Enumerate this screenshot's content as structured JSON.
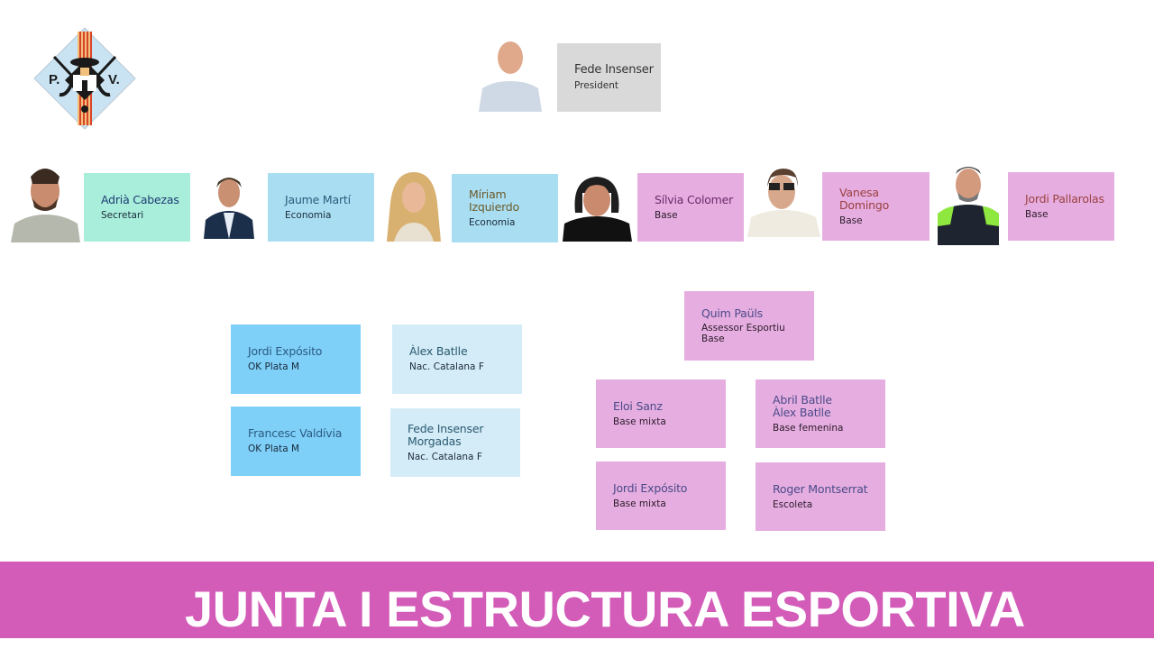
{
  "logo": {
    "letters_left": "P.",
    "letters_right": "V."
  },
  "president": {
    "name": "Fede Insenser",
    "role": "President",
    "bg": "#d9d9d9"
  },
  "board": [
    {
      "name": "Adrià Cabezas",
      "role": "Secretari",
      "bg": "#a8eedb",
      "name_color": "#1f3b73"
    },
    {
      "name": "Jaume Martí",
      "role": "Economia",
      "bg": "#a9def2",
      "name_color": "#2b5a7a"
    },
    {
      "name": "Míriam\nIzquierdo",
      "role": "Economia",
      "bg": "#a9def2",
      "name_color": "#6b5a2a"
    },
    {
      "name": "Sílvia Colomer",
      "role": "Base",
      "bg": "#e6aee0",
      "name_color": "#6a2a6a"
    },
    {
      "name": "Vanesa\nDomingo",
      "role": "Base",
      "bg": "#e6aee0",
      "name_color": "#9a4040"
    },
    {
      "name": "Jordi Pallarolas",
      "role": "Base",
      "bg": "#e6aee0",
      "name_color": "#9a4040"
    }
  ],
  "senior_teams": [
    {
      "name": "Jordi Expósito",
      "role": "OK Plata M",
      "bg": "#7fd0f9"
    },
    {
      "name": "Àlex Batlle",
      "role": "Nac. Catalana F",
      "bg": "#d4ecf7"
    },
    {
      "name": "Francesc Valdívia",
      "role": "OK Plata M",
      "bg": "#7fd0f9"
    },
    {
      "name": "Fede Insenser\nMorgadas",
      "role": "Nac. Catalana F",
      "bg": "#d4ecf7"
    }
  ],
  "base_structure": {
    "advisor": {
      "name": "Quim Paüls",
      "role": "Assessor Esportiu\nBase",
      "bg": "#e6aee0"
    },
    "coaches": [
      {
        "name": "Eloi Sanz",
        "role": "Base mixta",
        "bg": "#e6aee0"
      },
      {
        "name": "Abril Batlle\nÀlex Batlle",
        "role": "Base femenina",
        "bg": "#e6aee0"
      },
      {
        "name": "Jordi Expósito",
        "role": "Base mixta",
        "bg": "#e6aee0"
      },
      {
        "name": "Roger Montserrat",
        "role": "Escoleta",
        "bg": "#e6aee0"
      }
    ]
  },
  "banner": {
    "title": "JUNTA I ESTRUCTURA ESPORTIVA",
    "bg": "#d35cb9"
  }
}
